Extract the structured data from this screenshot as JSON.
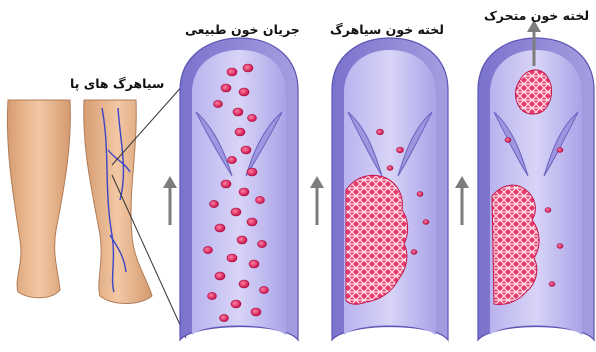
{
  "labels": {
    "leg_veins": "سیاهرگ های پا",
    "normal_flow": "جریان خون طبیعی",
    "dvt_clot": "لخته خون سیاهرگ",
    "moving_clot": "لخته خون متحرک"
  },
  "colors": {
    "vessel_wall": "#8f88d6",
    "vessel_inner": "#c8c3f0",
    "blood_cell": "#e0245e",
    "clot_mesh": "#f3d7dc",
    "arrow": "#7d7d7d",
    "skin": "#e8b48c"
  }
}
